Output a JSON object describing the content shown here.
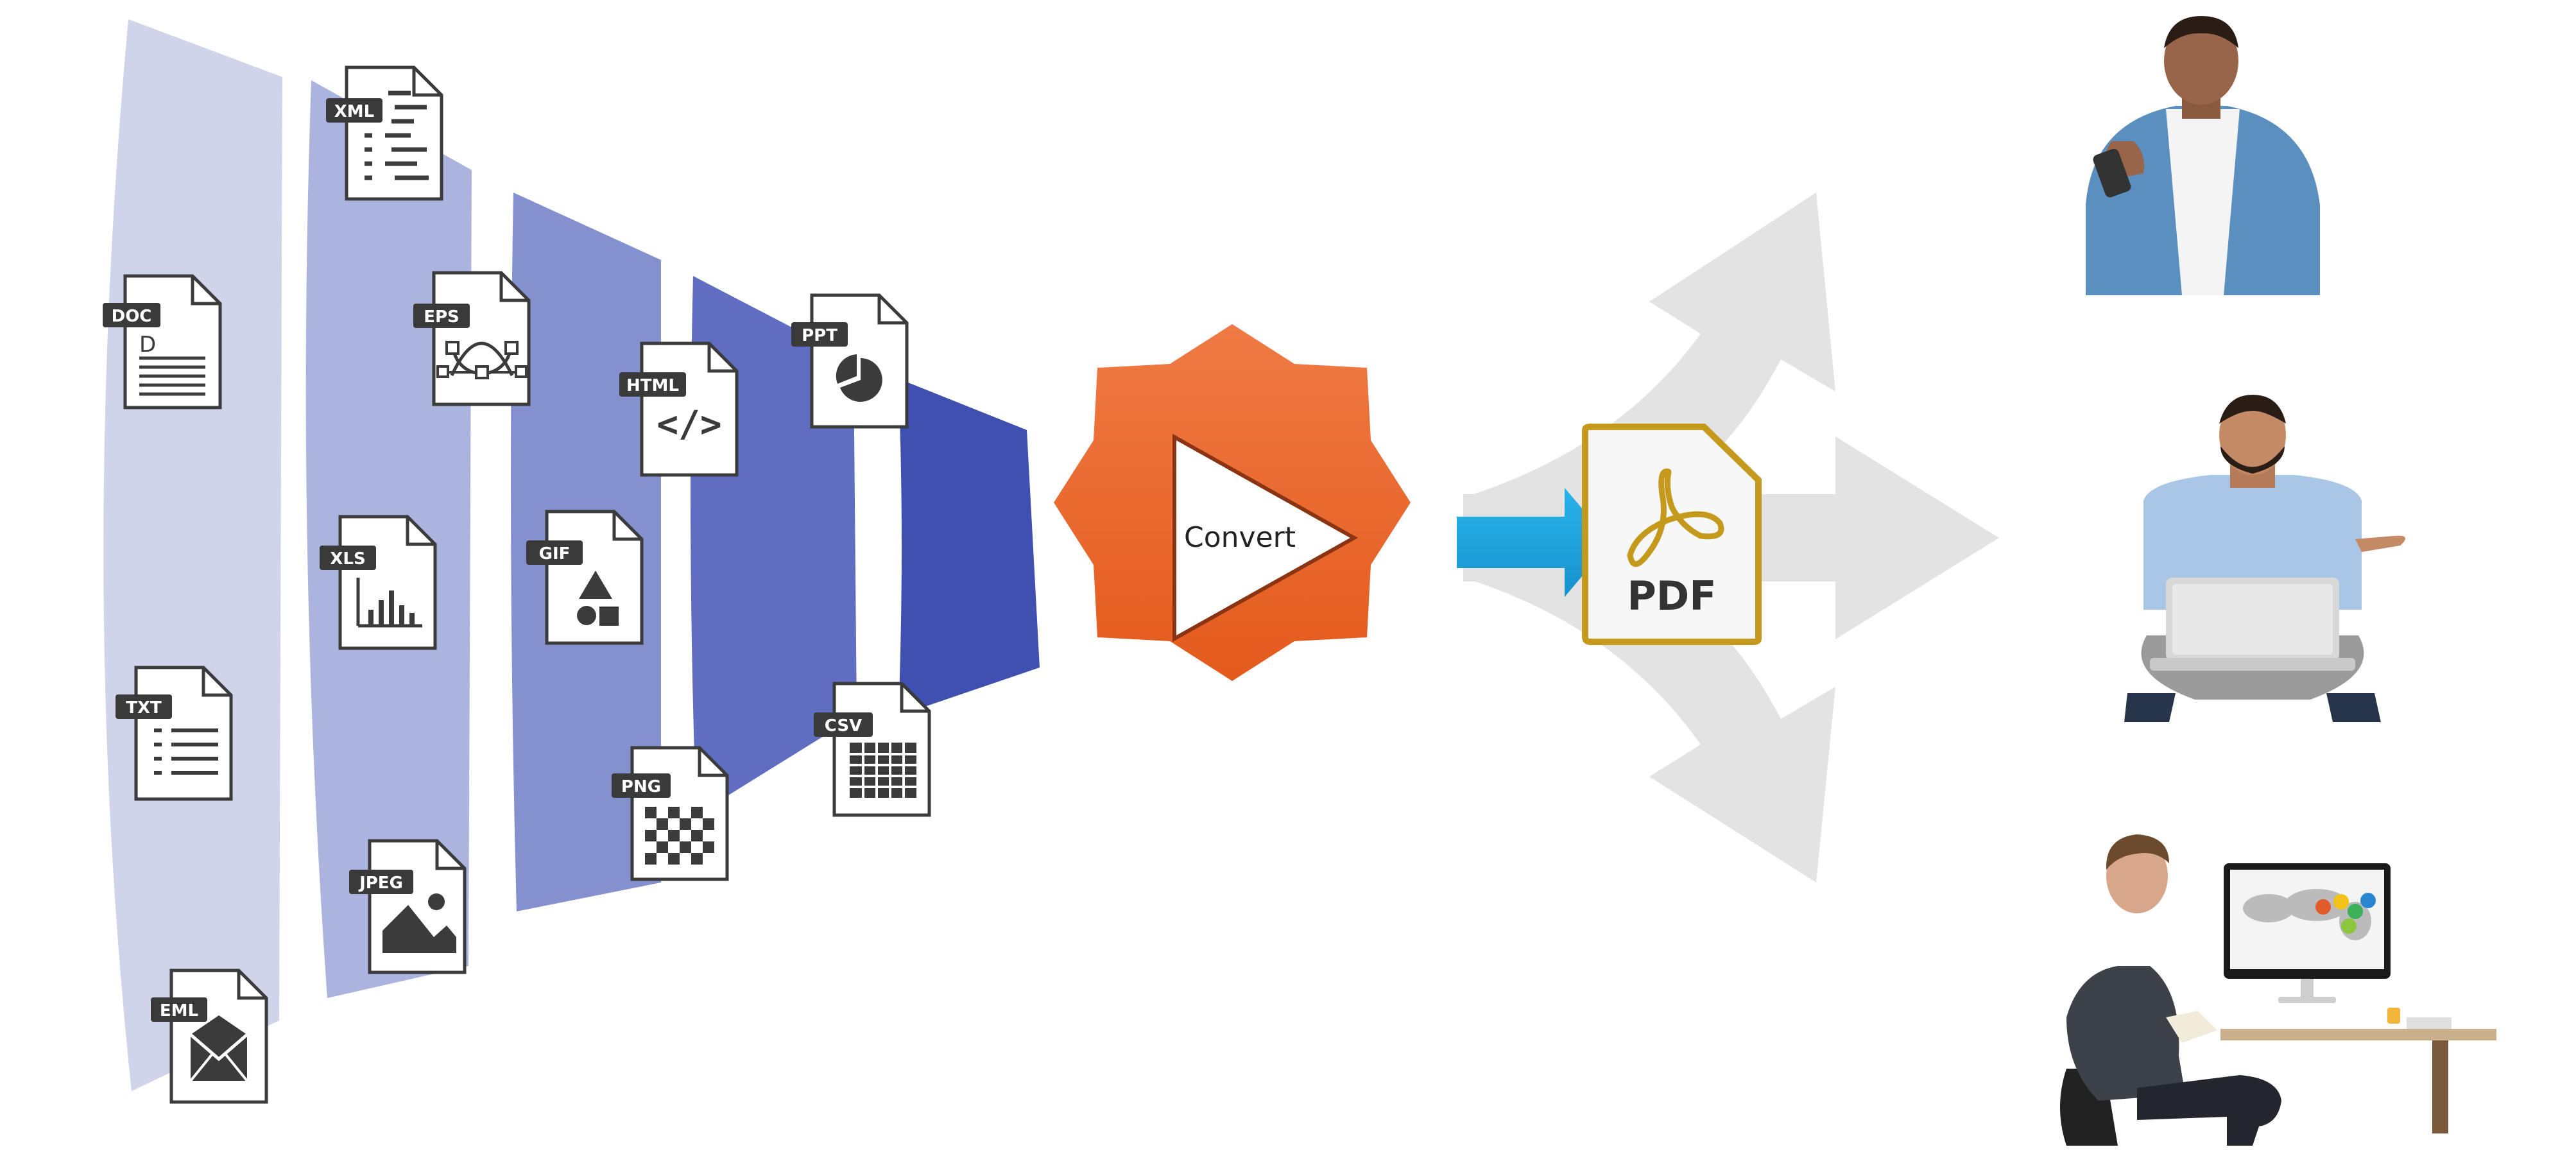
{
  "diagram": {
    "input_formats": [
      {
        "label": "DOC",
        "icon": "document-lines-icon"
      },
      {
        "label": "TXT",
        "icon": "text-list-icon"
      },
      {
        "label": "EML",
        "icon": "envelope-icon"
      },
      {
        "label": "XML",
        "icon": "code-lines-icon"
      },
      {
        "label": "EPS",
        "icon": "bezier-curve-icon"
      },
      {
        "label": "XLS",
        "icon": "bar-chart-icon"
      },
      {
        "label": "JPEG",
        "icon": "landscape-image-icon"
      },
      {
        "label": "HTML",
        "icon": "html-tag-icon"
      },
      {
        "label": "GIF",
        "icon": "shapes-icon"
      },
      {
        "label": "PNG",
        "icon": "checkerboard-icon"
      },
      {
        "label": "PPT",
        "icon": "pie-chart-icon"
      },
      {
        "label": "CSV",
        "icon": "grid-table-icon"
      }
    ],
    "html_glyph": "</>",
    "convert": {
      "label": "Convert",
      "badge_color": "#ec6a2c",
      "icon": "play-triangle-icon"
    },
    "output": {
      "label": "PDF",
      "frame_color": "#c59a1c",
      "logo_color": "#c59a1c",
      "icon": "acrobat-logo-icon"
    },
    "colors": {
      "funnel_band_1": "#cfd4eb",
      "funnel_band_2": "#aab4de",
      "funnel_band_3": "#8591cf",
      "funnel_band_4": "#5f6ec0",
      "funnel_band_5": "#3f50b0",
      "arrow_blue": "#1da3dc",
      "fan_arrows": "#e3e3e3",
      "file_tag": "#3a3a3a"
    },
    "audiences": [
      {
        "icon": "person-with-phone-icon"
      },
      {
        "icon": "person-with-laptop-icon"
      },
      {
        "icon": "person-at-desk-icon"
      }
    ]
  }
}
